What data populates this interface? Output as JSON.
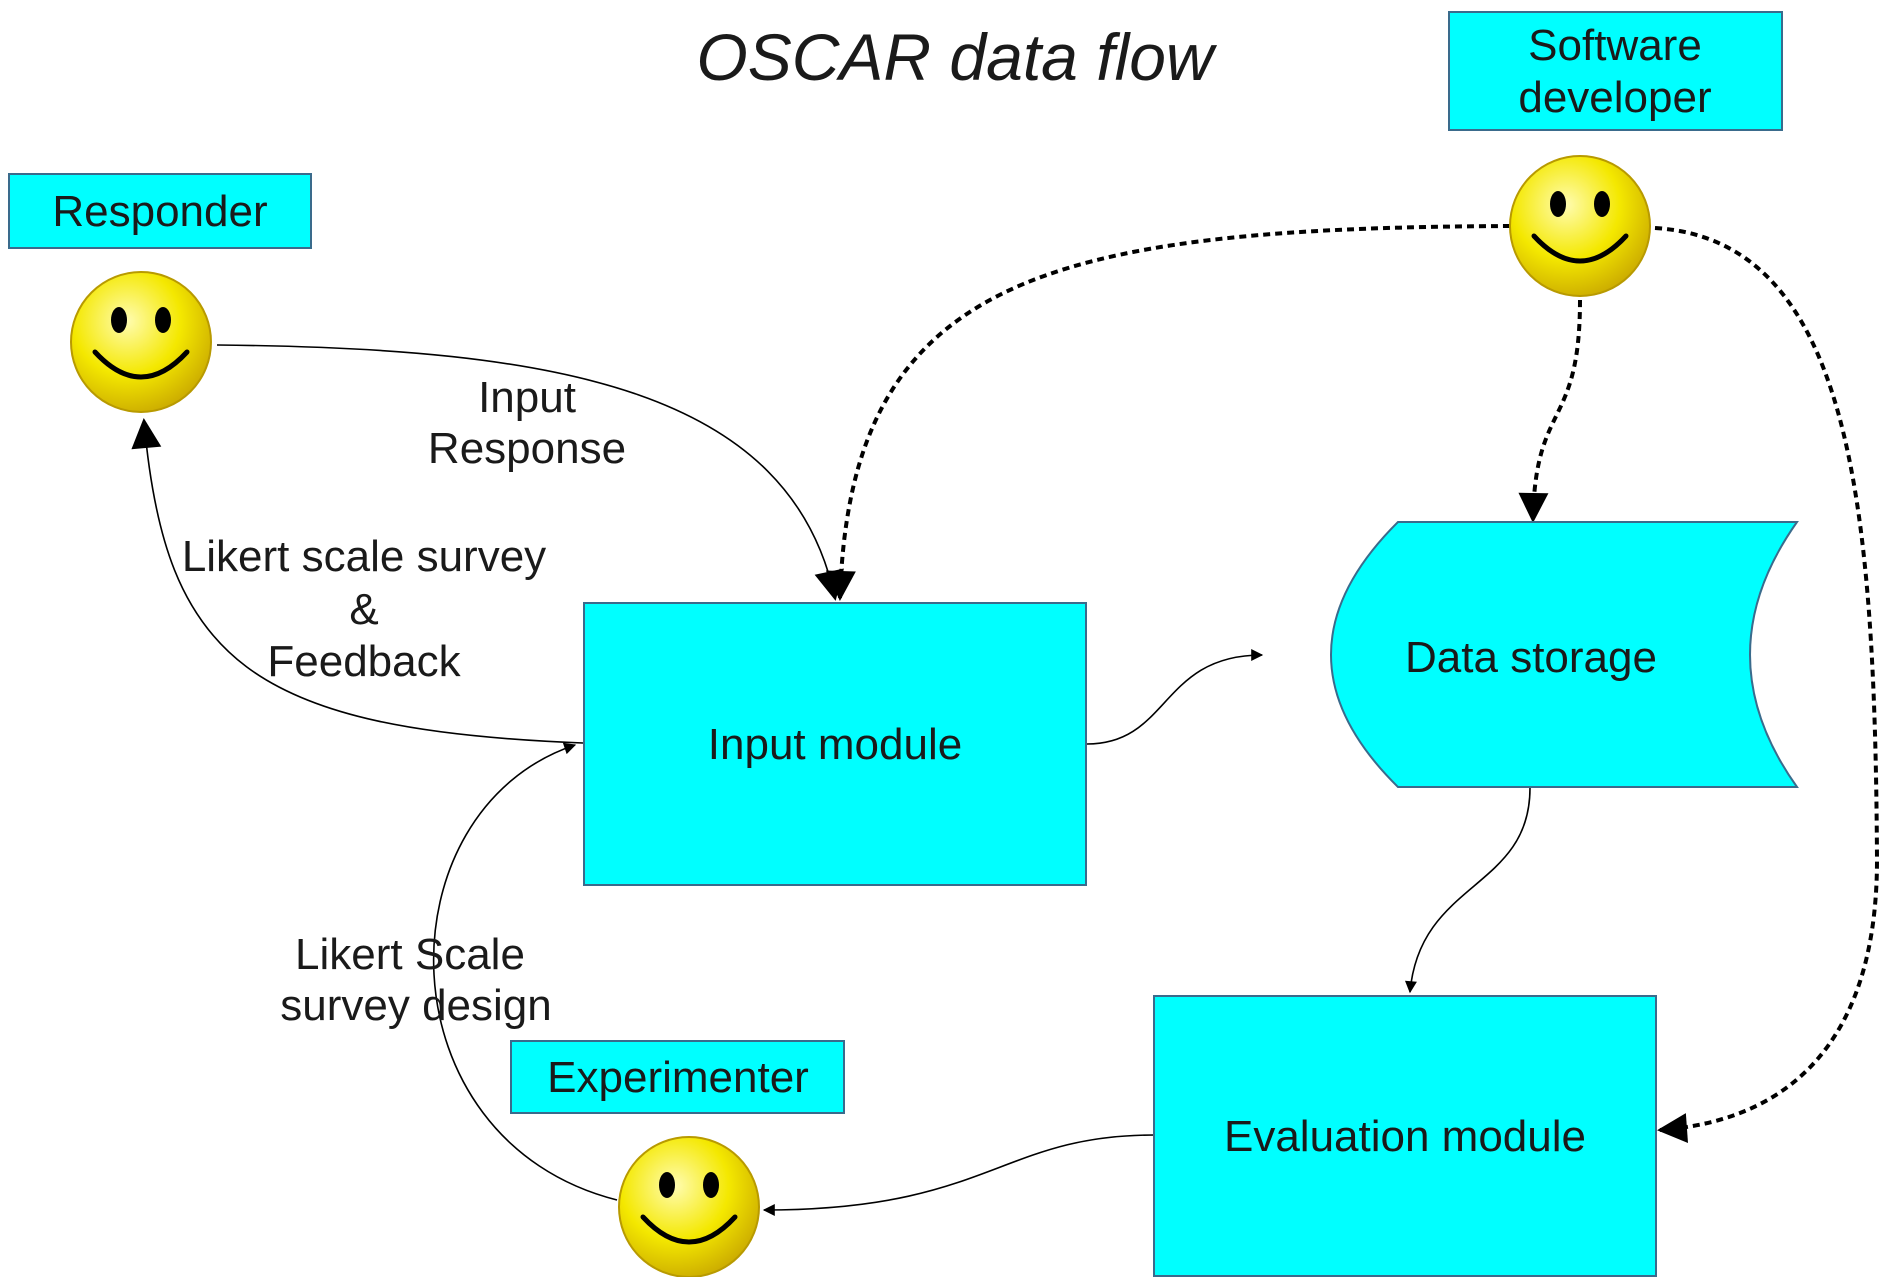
{
  "title": "OSCAR data flow",
  "colors": {
    "box_fill": "#00ffff",
    "box_stroke": "#3a6b8c",
    "line": "#000000",
    "smiley_face": "#f2e600",
    "smiley_features": "#000000"
  },
  "actors": {
    "responder": {
      "label": "Responder",
      "icon": "smiley-face-icon"
    },
    "software_developer": {
      "label_line1": "Software",
      "label_line2": "developer",
      "icon": "smiley-face-icon"
    },
    "experimenter": {
      "label": "Experimenter",
      "icon": "smiley-face-icon"
    }
  },
  "modules": {
    "input_module": "Input module",
    "data_storage": "Data storage",
    "evaluation_module": "Evaluation module"
  },
  "flows": {
    "input_response_line1": "Input",
    "input_response_line2": "Response",
    "likert_feedback_line1": "Likert scale survey",
    "likert_feedback_line2": "&",
    "likert_feedback_line3": "Feedback",
    "survey_design_line1": "Likert Scale",
    "survey_design_line2": "survey design"
  }
}
